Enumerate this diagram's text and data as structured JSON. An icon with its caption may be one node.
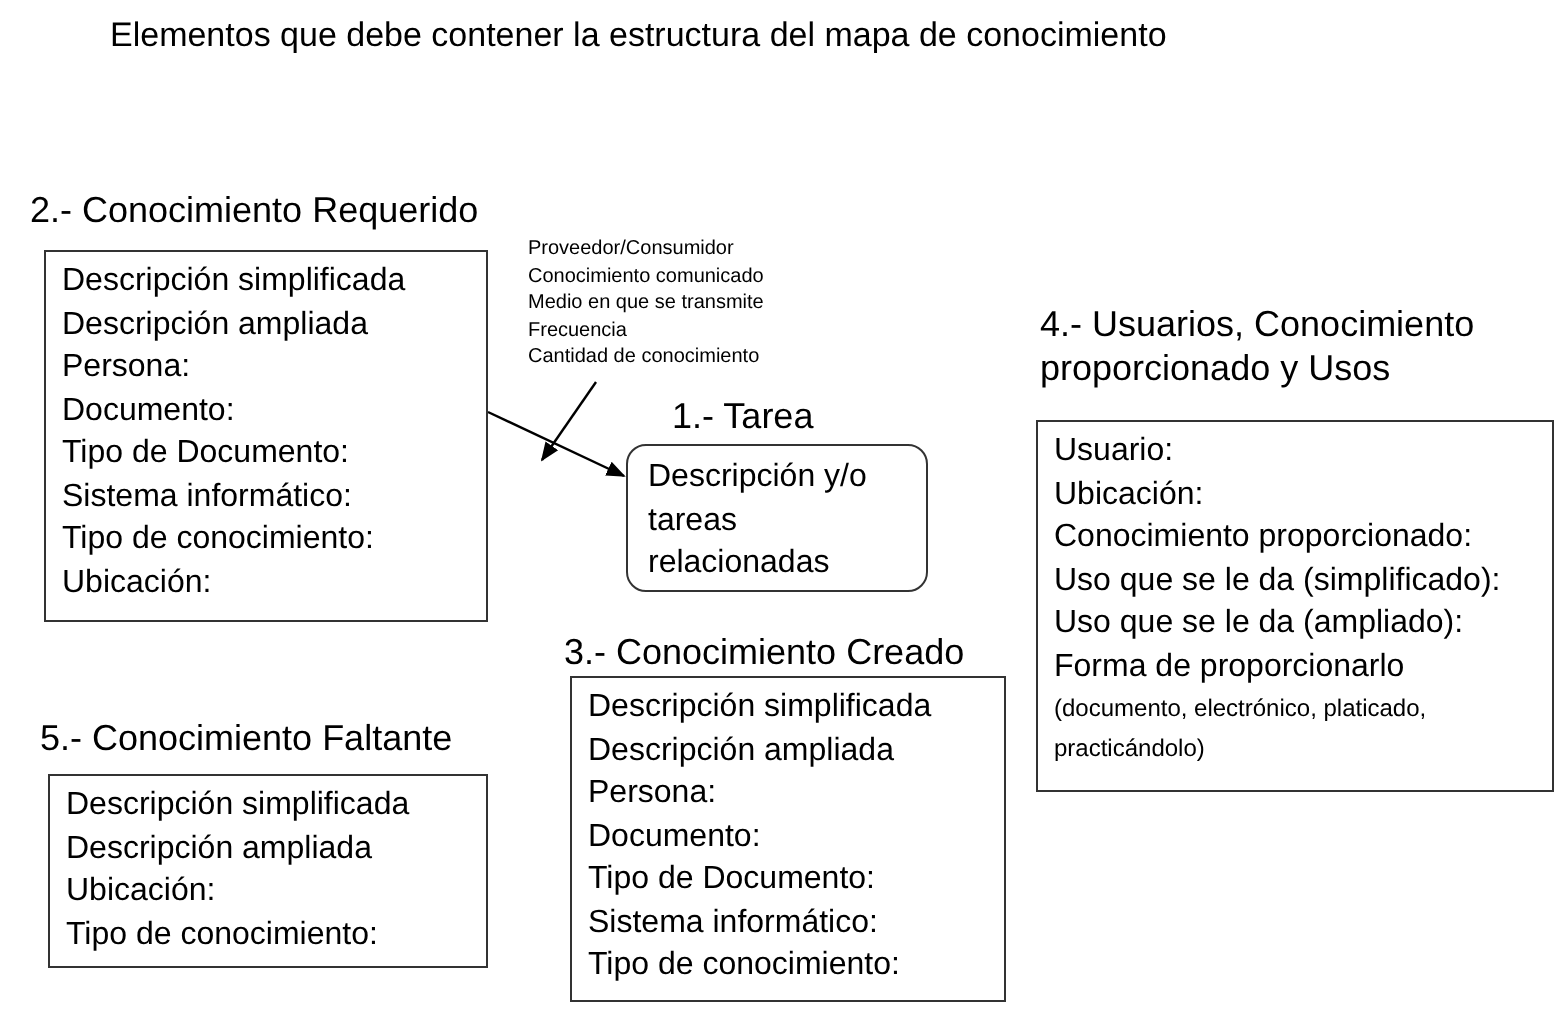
{
  "diagram": {
    "title": "Elementos que debe contener la estructura del mapa de conocimiento",
    "nodes": [
      {
        "text": [
          "2.- Conocimiento Requerido",
          "Descripción simplificada",
          "Descripción ampliada",
          "Persona:",
          "Documento:",
          "Tipo de Documento:",
          "Sistema informático:",
          "Tipo de conocimiento:",
          "Ubicación:"
        ]
      },
      {
        "text": [
          "Proveedor/Consumidor",
          "Conocimiento comunicado",
          "Medio en que se transmite",
          "Frecuencia",
          "Cantidad de conocimiento"
        ]
      },
      {
        "text": [
          "1.- Tarea",
          "Descripción y/o tareas relacionadas"
        ]
      },
      {
        "text": [
          "4.- Usuarios, Conocimiento proporcionado y Usos",
          "Usuario:",
          "Ubicación:",
          "Conocimiento proporcionado:",
          "Uso que se le da (simplificado):",
          "Uso que se le da (ampliado):",
          "Forma de proporcionarlo",
          "(documento, electrónico, platicado, practicándolo)"
        ]
      },
      {
        "text": [
          "3.- Conocimiento Creado",
          "Descripción simplificada",
          "Descripción ampliada",
          "Persona:",
          "Documento:",
          "Tipo de Documento:",
          "Sistema informático:",
          "Tipo de conocimiento:"
        ]
      },
      {
        "text": [
          "5.- Conocimiento Faltante",
          "Descripción simplificada",
          "Descripción ampliada",
          "Ubicación:",
          "Tipo de conocimiento:"
        ]
      }
    ],
    "edges": [
      {
        "from": 0,
        "to": 2,
        "arrow": "to"
      },
      {
        "from": 1,
        "to": null,
        "arrow": "to"
      }
    ]
  }
}
